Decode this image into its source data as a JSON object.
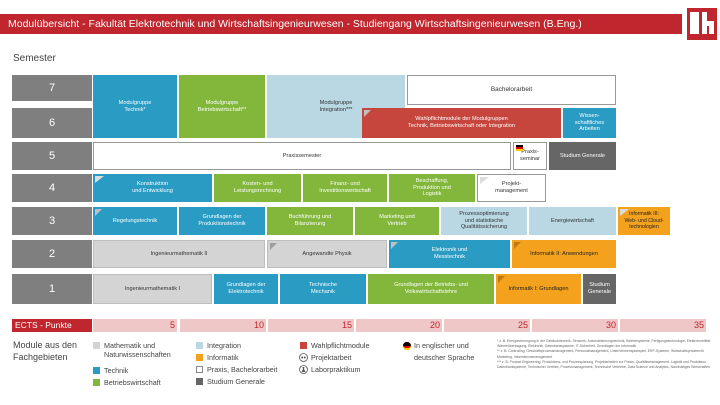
{
  "title": "Modulübersicht - Fakultät Elektrotechnik und Wirtschaftsingenieurwesen - Studiengang Wirtschaftsingenieurwesen (B.Eng.)",
  "semester_label": "Semester",
  "semesters": [
    "7",
    "6",
    "5",
    "4",
    "3",
    "2",
    "1"
  ],
  "modules": {
    "bachelorarbeit": "Bachelorarbeit",
    "mg_technik": [
      "Modulgruppe",
      "Technik*"
    ],
    "mg_bwl": [
      "Modulgruppe",
      "Betriebswirtschaft**"
    ],
    "mg_integration": [
      "Modulgruppe",
      "Integration***"
    ],
    "wahlpflicht": [
      "Wahlpflichtmodule der Modulgruppen",
      "Technik, Betriebswirtschaft oder Integration"
    ],
    "wissen_arbeiten": [
      "Wissen-",
      "schaftliches",
      "Arbeiten"
    ],
    "praxissemester": "Praxissemester",
    "praxisseminar": [
      "Praxis-",
      "seminar"
    ],
    "studium_generale": "Studium Generale",
    "konstruktion": [
      "Konstruktion",
      "und Entwicklung"
    ],
    "kosten": [
      "Kosten- und",
      "Leistungsrechnung"
    ],
    "finanz": [
      "Finanz- und",
      "Investitionswirtschaft"
    ],
    "beschaffung": [
      "Beschaffung,",
      "Produktion und",
      "Logistik"
    ],
    "projektmanagement": [
      "Projekt-",
      "management"
    ],
    "regelungstechnik": "Regelungstechnik",
    "grundlagen_produktion": [
      "Grundlagen der",
      "Produktionstechnik"
    ],
    "buchfuehrung": [
      "Buchführung und",
      "Bilanzierung"
    ],
    "marketing": [
      "Marketing und",
      "Vertrieb"
    ],
    "prozessopt": [
      "Prozessoptimierung",
      "und statistische",
      "Qualitätssicherung"
    ],
    "energiewirtschaft": "Energiewirtschaft",
    "informatik3": [
      "Informatik III:",
      "Web- und Cloud-",
      "technologien"
    ],
    "ingmath2": "Ingenieurmathematik II",
    "angewandte_physik": "Angewandte Physik",
    "elektronik": [
      "Elektronik und",
      "Messtechnik"
    ],
    "informatik2": "Informatik II: Anwendungen",
    "ingmath1": "Ingenieurmathematik I",
    "grundlagen_et": [
      "Grundlagen der",
      "Elektrotechnik"
    ],
    "techmech": [
      "Technische",
      "Mechanik"
    ],
    "grundlagen_bwl": [
      "Grundlagen der Betriebs- und",
      "Volkswirtschaftslehre"
    ],
    "informatik1": "Informatik I: Grundlagen",
    "studium_generale_1": [
      "Studium",
      "Generale"
    ]
  },
  "ects": {
    "label": "ECTS - Punkte",
    "ticks": [
      "5",
      "10",
      "15",
      "20",
      "25",
      "30",
      "35"
    ]
  },
  "legend": {
    "title": [
      "Module aus den",
      "Fachgebieten"
    ],
    "mathematik": [
      "Mathematik und",
      "Naturwissenschaften"
    ],
    "technik": "Technik",
    "bwl": "Betriebswirtschaft",
    "integration": "Integration",
    "informatik": "Informatik",
    "praxis": "Praxis, Bachelorarbeit",
    "studium": "Studium Generale",
    "wahlpflicht": "Wahlpflichtmodule",
    "projektarbeit": "Projektarbeit",
    "laborpraktikum": "Laborpraktikum",
    "sprache": [
      "In englischer und",
      "deutscher Sprache"
    ]
  },
  "footnotes": [
    "* z. B. Energieversorgung in der Gebäudetechnik, Sensorik, Automatisierungstechnik, Betriebsysteme, Fertigungstechnologie, Elektromobilität, Wärmeübertragung, Elektronik, Datenbanksysteme, IT-Sicherheit, Grundlagen der Informatik",
    "** z. B. Controlling, Geschäftsprozessmanagement, Personalmanagement, Unternehmensplanspiel, ERP-Systeme, Wirtschaftsprivatrecht, Marketing, Informationsmanagement",
    "*** z. B. Product Engineering, Produktions- und Prozessplanung, Projektarbeiten zur Praxis, Qualitätsmanagement, Logistik und Produktion, Datenbanksysteme, Technischer Vertrieb, Prozessmanagement, Technische Vertriebe, Data Science und Analytics, Nachhaltiges Wirtschaften"
  ],
  "colors": {
    "title_red": "#c0262d",
    "technik": "#2a9bc2",
    "bwl": "#82b73b",
    "integration": "#b9d8e4",
    "wahlpflicht": "#c6463e",
    "informatik": "#f4a21d",
    "studium_generale": "#666666",
    "mathematik": "#d4d4d4"
  }
}
